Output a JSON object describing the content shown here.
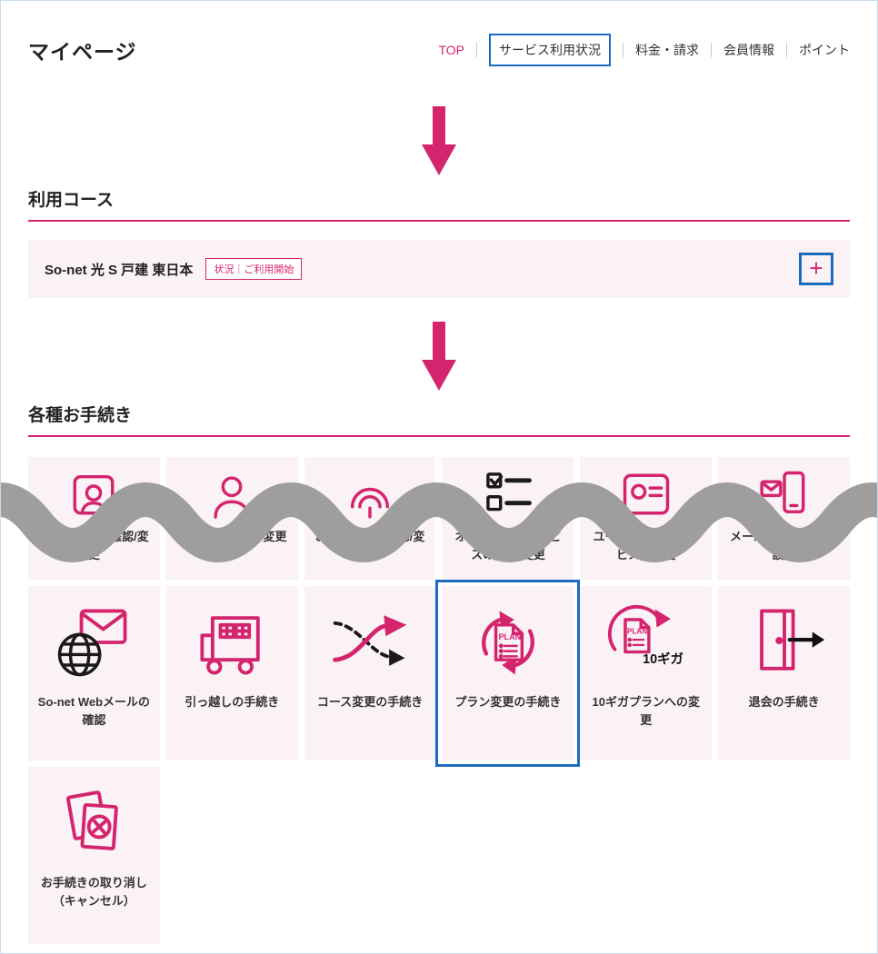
{
  "colors": {
    "accent_pink": "#d4246e",
    "highlight_blue": "#1b6cc1",
    "tile_background": "#fbf2f6",
    "wave_gray": "#9e9e9e"
  },
  "header": {
    "title": "マイページ",
    "nav": [
      {
        "label": "TOP"
      },
      {
        "label": "サービス利用状況",
        "highlighted": true
      },
      {
        "label": "料金・請求"
      },
      {
        "label": "会員情報"
      },
      {
        "label": "ポイント"
      }
    ]
  },
  "course": {
    "heading": "利用コース",
    "item": {
      "name": "So-net 光 S 戸建 東日本",
      "badge": "状況｜ご利用開始",
      "expand_label": "+"
    }
  },
  "procedures": {
    "heading": "各種お手続き",
    "plan_text": "PLAN",
    "giga_text": "10ギガ",
    "tiles": [
      {
        "label": "契約者情報の確認/変更"
      },
      {
        "label": "会員情報の確認/変更"
      },
      {
        "label": "お支払方法の確認/変更"
      },
      {
        "label": "オプション・サービスの確認/変更"
      },
      {
        "label": "ユーザーネームサービスの変更"
      },
      {
        "label": "メールおよびSMSの設定"
      },
      {
        "label": "So-net Webメールの確認"
      },
      {
        "label": "引っ越しの手続き"
      },
      {
        "label": "コース変更の手続き"
      },
      {
        "label": "プラン変更の手続き",
        "highlighted": true
      },
      {
        "label": "10ギガプランへの変更"
      },
      {
        "label": "退会の手続き"
      },
      {
        "label": "お手続きの取り消し（キャンセル）"
      }
    ]
  }
}
